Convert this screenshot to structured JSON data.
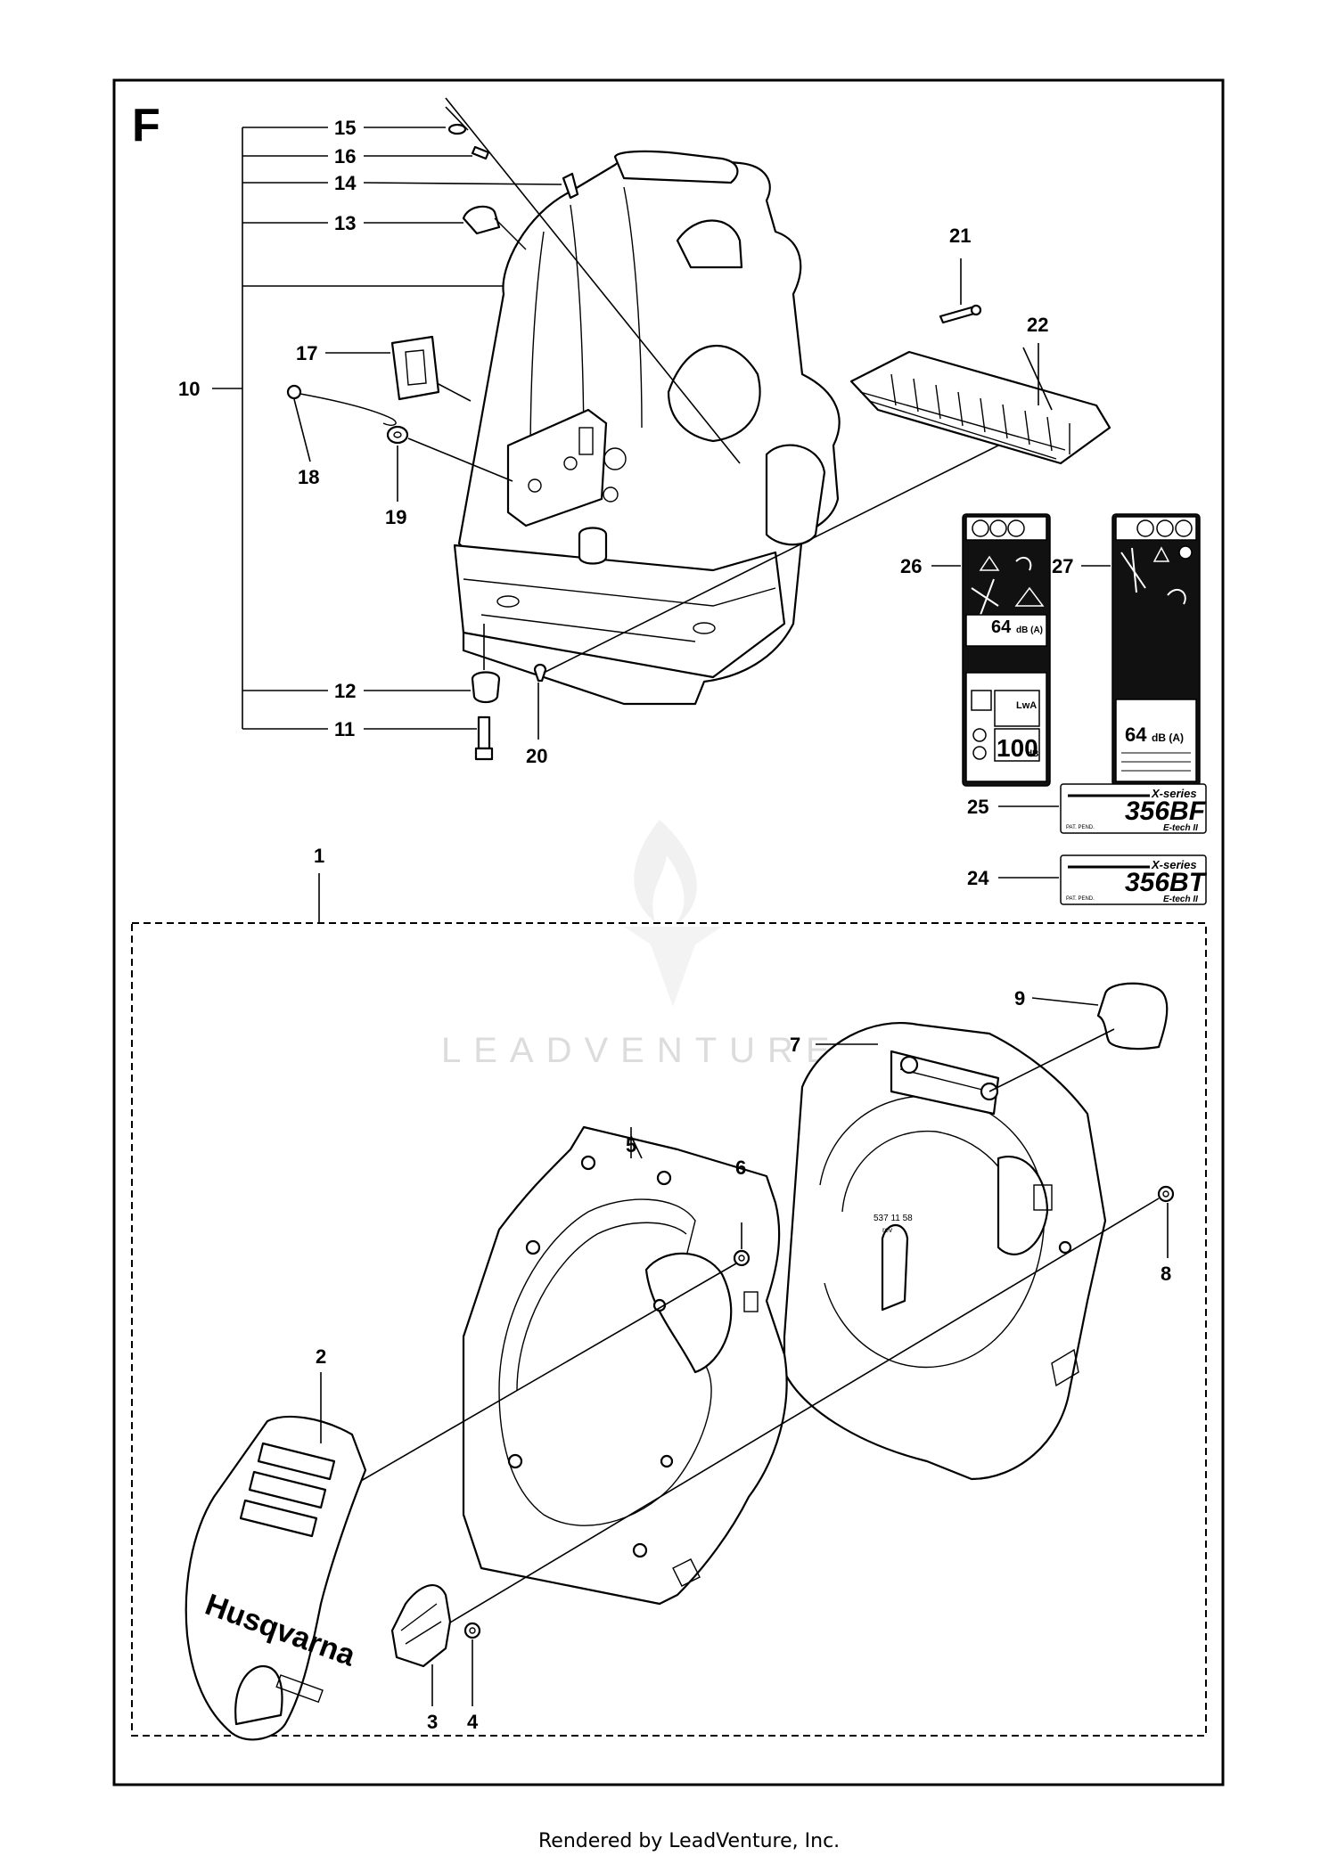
{
  "section_letter": "F",
  "callouts": {
    "c1": "1",
    "c2": "2",
    "c3": "3",
    "c4": "4",
    "c5": "5",
    "c6": "6",
    "c7": "7",
    "c8": "8",
    "c9": "9",
    "c10": "10",
    "c11": "11",
    "c12": "12",
    "c13": "13",
    "c14": "14",
    "c15": "15",
    "c16": "16",
    "c17": "17",
    "c18": "18",
    "c19": "19",
    "c20": "20",
    "c21": "21",
    "c22": "22",
    "c24": "24",
    "c25": "25",
    "c26": "26",
    "c27": "27"
  },
  "decals": {
    "d26_db": "64",
    "d26_unit": "dB (A)",
    "d26_lwa": "LwA",
    "d26_lwa_value": "100",
    "d26_lwa_unit": "dB",
    "d27_db": "64",
    "d27_unit": "dB (A)"
  },
  "badges": {
    "b25_series": "X-series",
    "b25_model": "356BF",
    "b25_sub": "E-tech II",
    "b25_small": "PAT. PEND.",
    "b24_series": "X-series",
    "b24_model": "356BT",
    "b24_sub": "E-tech II",
    "b24_small": "PAT. PEND."
  },
  "cover_brand": "Husqvarna",
  "housing_mark": "537 11 58",
  "housing_rev": "rev",
  "watermark": "LEADVENTURE",
  "footer": "Rendered by LeadVenture, Inc."
}
